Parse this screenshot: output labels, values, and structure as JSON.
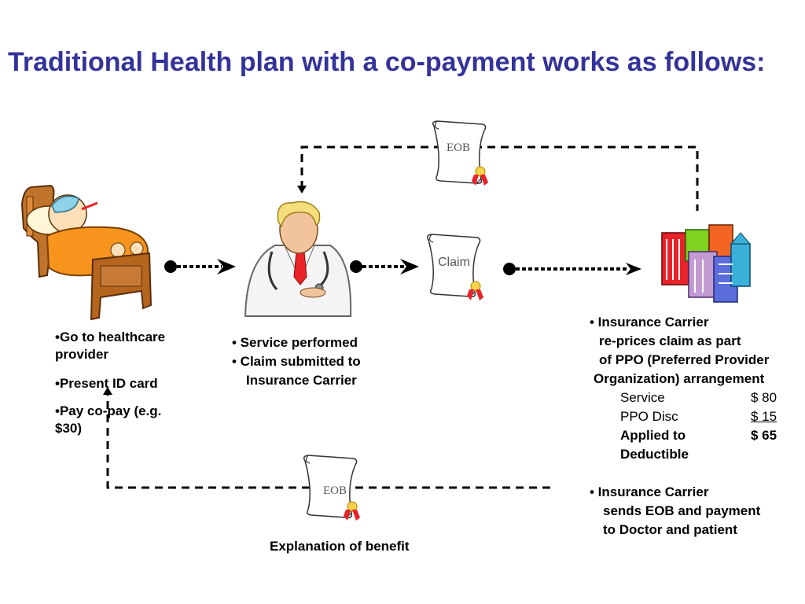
{
  "title": "Traditional Health plan with a co-payment works as follows:",
  "scrolls": {
    "top": "EOB",
    "claim": "Claim",
    "bottom": "EOB"
  },
  "patient": {
    "items": [
      "•Go to healthcare provider",
      "•Present ID card",
      "•Pay co-pay (e.g. $30)"
    ]
  },
  "doctor": {
    "lines": [
      "• Service performed",
      "• Claim submitted to",
      "Insurance Carrier"
    ]
  },
  "carrier": {
    "lines": [
      "• Insurance Carrier",
      "re-prices claim as part",
      "of PPO (Preferred Provider",
      "Organization) arrangement"
    ],
    "table": {
      "service_label": "Service",
      "service_value": "$ 80",
      "disc_label": "PPO Disc",
      "disc_value": "$ 15",
      "applied_label": "Applied to",
      "applied_value": "$ 65",
      "deductible_label": "Deductible"
    },
    "lines2": [
      "• Insurance Carrier",
      "sends EOB and payment",
      "to Doctor and patient"
    ]
  },
  "caption": "Explanation of benefit",
  "colors": {
    "title": "#333399",
    "blanket": "#f7941d",
    "bed": "#b5651d",
    "seal": "#e8232a",
    "arrow": "#000000"
  }
}
